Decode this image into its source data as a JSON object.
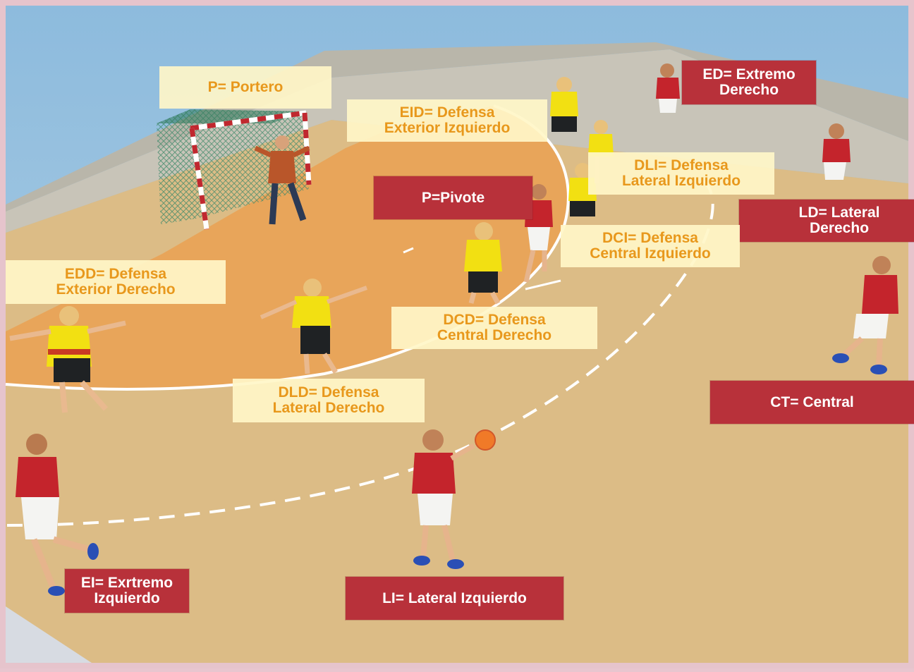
{
  "labels": {
    "portero": "P= Portero",
    "eid": "EID= Defensa\nExterior Izquierdo",
    "ed": "ED= Extremo\nDerecho",
    "pivote": "P=Pivote",
    "dli": "DLI= Defensa\nLateral Izquierdo",
    "ld": "LD= Lateral Derecho",
    "dci": "DCI= Defensa\nCentral Izquierdo",
    "edd": "EDD= Defensa\nExterior Derecho",
    "dcd": "DCD= Defensa\nCentral Derecho",
    "dld": "DLD= Defensa\nLateral Derecho",
    "ct": "CT= Central",
    "ei": "EI= Exrtremo\nIzquierdo",
    "li": "LI= Lateral Izquierdo"
  },
  "colors": {
    "defense_label_text": "#e8981c",
    "defense_label_bg": "#fff6c8",
    "attack_label_bg": "#b8313a",
    "court": "#dcbc86",
    "area": "#e8a55a",
    "wall": "#c9c6bb",
    "sky": "#9bc3df",
    "attacker_shirt": "#c4242c",
    "defender_shirt": "#f2e012"
  }
}
